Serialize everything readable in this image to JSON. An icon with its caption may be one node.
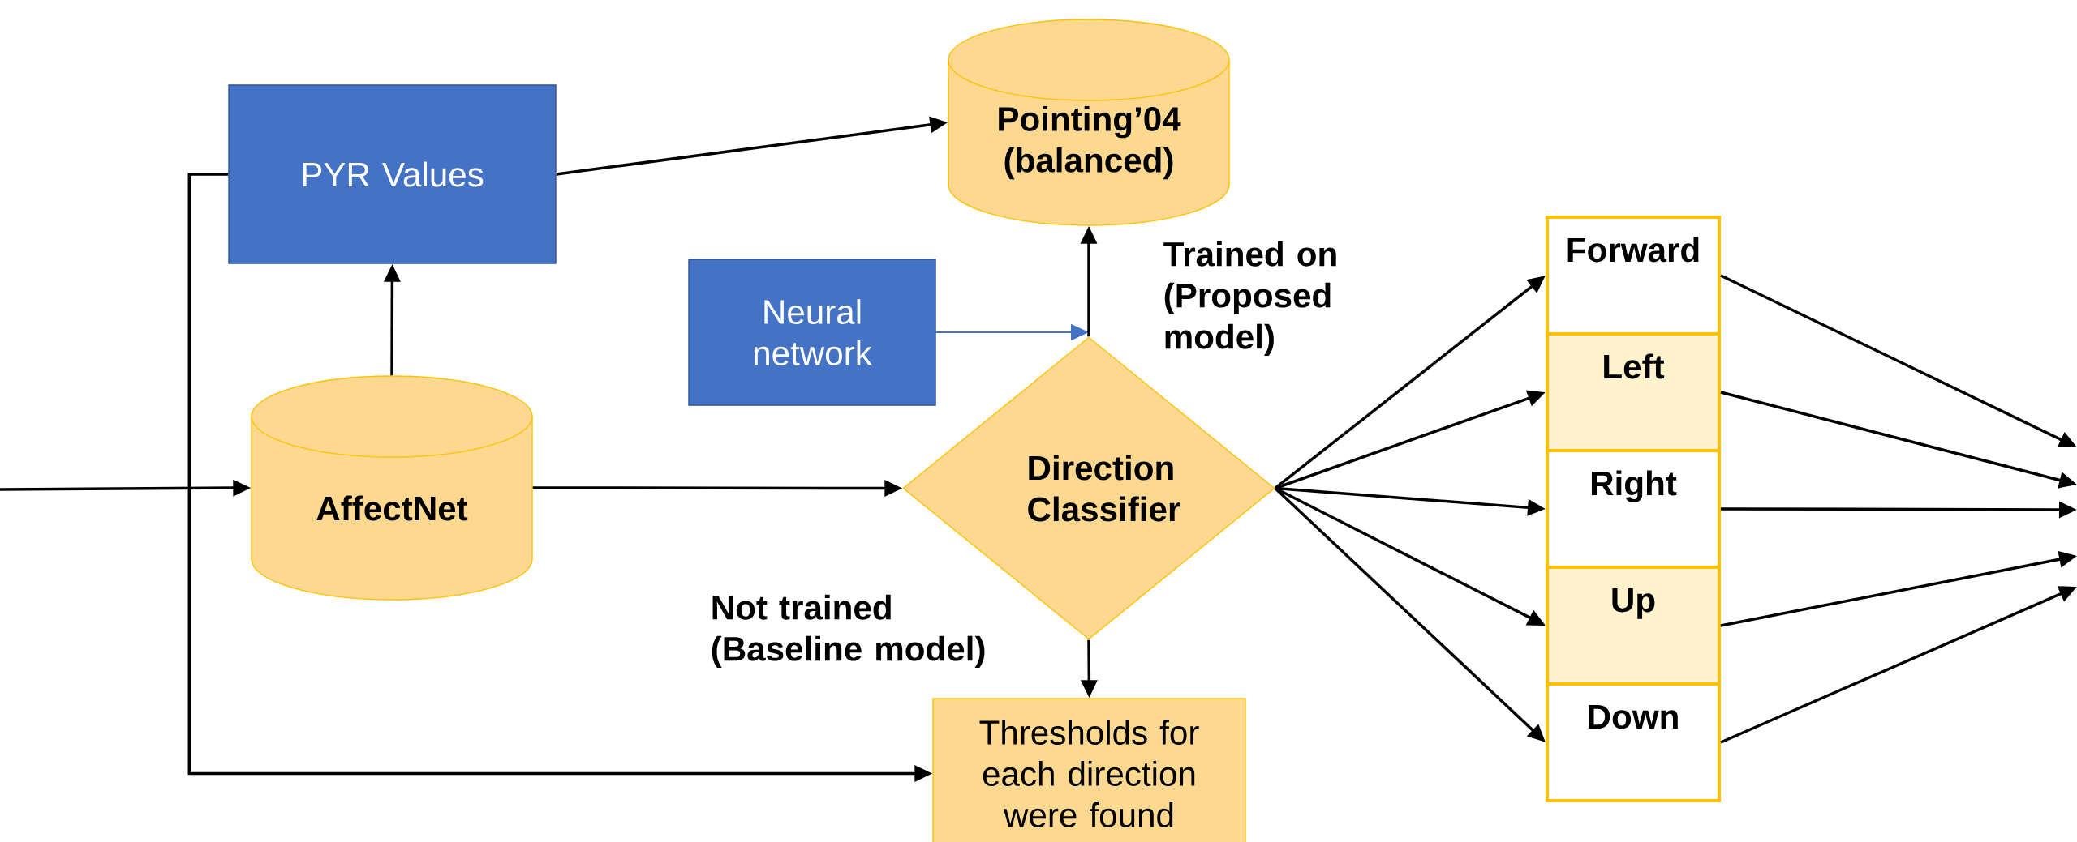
{
  "diagram": {
    "nodes": [
      {
        "text": [
          "PYR Values"
        ]
      },
      {
        "text": [
          "Pointing’04 (balanced)"
        ]
      },
      {
        "text": [
          "Neural network"
        ]
      },
      {
        "text": [
          "AffectNet"
        ]
      },
      {
        "text": [
          "Direction Classifier"
        ]
      },
      {
        "text": [
          "Thresholds for each direction were found"
        ]
      },
      {
        "text": [
          "Forward"
        ]
      },
      {
        "text": [
          "Left"
        ]
      },
      {
        "text": [
          "Right"
        ]
      },
      {
        "text": [
          "Up"
        ]
      },
      {
        "text": [
          "Down"
        ]
      }
    ],
    "edges": [
      {
        "from": null,
        "to": 3,
        "arrow": "to"
      },
      {
        "from": 3,
        "to": 0,
        "arrow": "to"
      },
      {
        "from": 0,
        "to": 1,
        "arrow": "to"
      },
      {
        "from": 3,
        "to": 4,
        "arrow": "to"
      },
      {
        "from": 2,
        "to": 4,
        "arrow": "to",
        "color": "#4472c4"
      },
      {
        "from": 4,
        "to": 1,
        "arrow": "to",
        "label": "Trained on (Proposed model)"
      },
      {
        "from": 4,
        "to": 5,
        "arrow": "to",
        "label": "Not trained (Baseline model)"
      },
      {
        "from": 0,
        "to": 5,
        "arrow": "to"
      },
      {
        "from": 4,
        "to": 6,
        "arrow": "to"
      },
      {
        "from": 4,
        "to": 7,
        "arrow": "to"
      },
      {
        "from": 4,
        "to": 8,
        "arrow": "to"
      },
      {
        "from": 4,
        "to": 9,
        "arrow": "to"
      },
      {
        "from": 4,
        "to": 10,
        "arrow": "to"
      },
      {
        "from": 6,
        "to": null,
        "arrow": "to"
      },
      {
        "from": 7,
        "to": null,
        "arrow": "to"
      },
      {
        "from": 8,
        "to": null,
        "arrow": "to"
      },
      {
        "from": 9,
        "to": null,
        "arrow": "to"
      },
      {
        "from": 10,
        "to": null,
        "arrow": "to"
      }
    ]
  }
}
